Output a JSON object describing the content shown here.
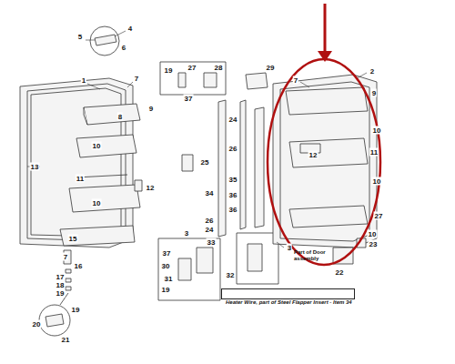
{
  "diagram": {
    "nodes": [
      {
        "text": [
          "Heater Wire, part of Steel Flapper Insert - Item 34"
        ]
      }
    ],
    "labels": [
      "5",
      "4",
      "6",
      "1",
      "7",
      "8",
      "9",
      "13",
      "10",
      "11",
      "12",
      "10",
      "15",
      "3",
      "7",
      "16",
      "17",
      "18",
      "19",
      "19",
      "20",
      "21",
      "19",
      "27",
      "28",
      "29",
      "37",
      "24",
      "26",
      "25",
      "35",
      "34",
      "36",
      "36",
      "26",
      "24",
      "7",
      "2",
      "33",
      "37",
      "30",
      "31",
      "19",
      "32",
      "3",
      "9",
      "10",
      "12",
      "11",
      "10",
      "27",
      "10",
      "Part of Door assembly",
      "23",
      "22"
    ]
  }
}
